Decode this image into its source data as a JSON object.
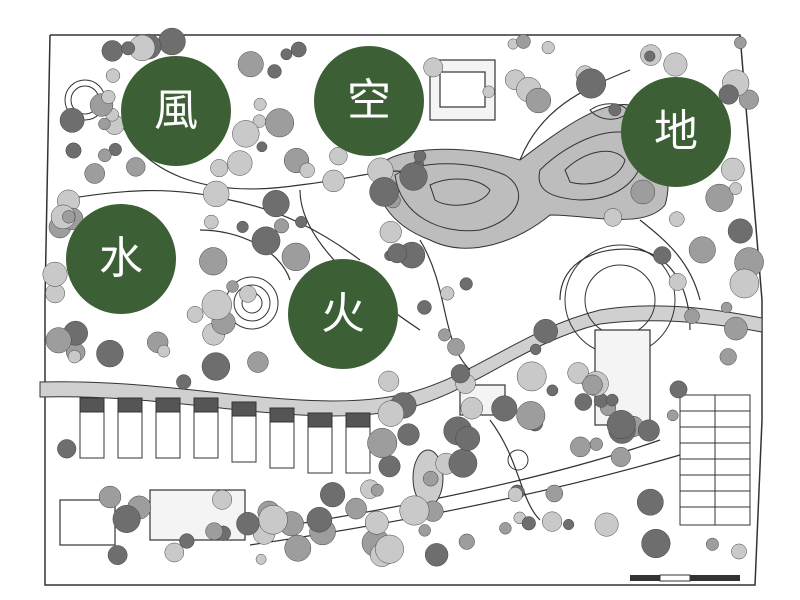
{
  "elements": {
    "wind": "風",
    "sky": "空",
    "earth": "地",
    "water": "水",
    "fire": "火"
  },
  "colors": {
    "badge": "#3c5f35",
    "tree_light": "#c9c9c9",
    "tree_mid": "#9d9d9d",
    "tree_dark": "#6e6e6e",
    "pond": "#bdbdbd",
    "line": "#333333"
  }
}
